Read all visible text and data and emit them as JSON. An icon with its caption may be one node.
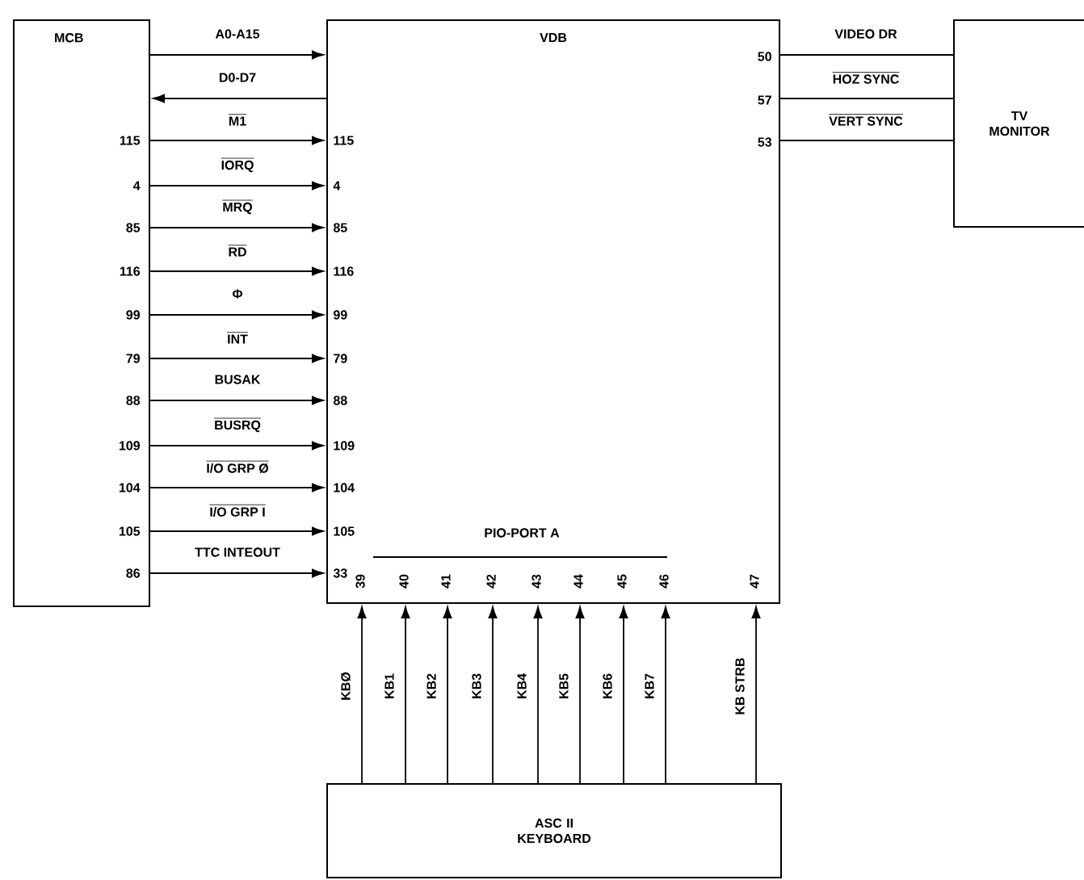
{
  "diagram": {
    "nodes": [
      {
        "text": [
          "MCB"
        ]
      },
      {
        "text": [
          "VDB"
        ]
      },
      {
        "text": [
          "TV MONITOR"
        ]
      },
      {
        "text": [
          "ASC II KEYBOARD"
        ]
      }
    ],
    "edges": [
      {
        "from": 0,
        "to": 1,
        "arrow": "to",
        "label": "A0-A15"
      },
      {
        "from": 1,
        "to": 0,
        "arrow": "to",
        "label": "D0-D7"
      },
      {
        "from": 0,
        "to": 1,
        "arrow": "to",
        "label": "M1"
      },
      {
        "from": 0,
        "to": 1,
        "arrow": "to",
        "label": "IORQ"
      },
      {
        "from": 0,
        "to": 1,
        "arrow": "to",
        "label": "MRQ"
      },
      {
        "from": 0,
        "to": 1,
        "arrow": "to",
        "label": "RD"
      },
      {
        "from": 0,
        "to": 1,
        "arrow": "to",
        "label": "Φ"
      },
      {
        "from": 0,
        "to": 1,
        "arrow": "to",
        "label": "INT"
      },
      {
        "from": 0,
        "to": 1,
        "arrow": "to",
        "label": "BUSAK"
      },
      {
        "from": 0,
        "to": 1,
        "arrow": "to",
        "label": "BUSRQ"
      },
      {
        "from": 0,
        "to": 1,
        "arrow": "to",
        "label": "I/O GRP Ø"
      },
      {
        "from": 0,
        "to": 1,
        "arrow": "to",
        "label": "I/O GRP I"
      },
      {
        "from": 0,
        "to": 1,
        "arrow": "to",
        "label": "TTC INTEOUT"
      },
      {
        "from": 1,
        "to": 2,
        "arrow": "none",
        "label": "VIDEO DR"
      },
      {
        "from": 1,
        "to": 2,
        "arrow": "none",
        "label": "HOZ SYNC"
      },
      {
        "from": 1,
        "to": 2,
        "arrow": "none",
        "label": "VERT SYNC"
      },
      {
        "from": 3,
        "to": 1,
        "arrow": "to",
        "label": "KBØ"
      },
      {
        "from": 3,
        "to": 1,
        "arrow": "to",
        "label": "KB1"
      },
      {
        "from": 3,
        "to": 1,
        "arrow": "to",
        "label": "KB2"
      },
      {
        "from": 3,
        "to": 1,
        "arrow": "to",
        "label": "KB3"
      },
      {
        "from": 3,
        "to": 1,
        "arrow": "to",
        "label": "KB4"
      },
      {
        "from": 3,
        "to": 1,
        "arrow": "to",
        "label": "KB5"
      },
      {
        "from": 3,
        "to": 1,
        "arrow": "to",
        "label": "KB6"
      },
      {
        "from": 3,
        "to": 1,
        "arrow": "to",
        "label": "KB7"
      },
      {
        "from": 3,
        "to": 1,
        "arrow": "to",
        "label": "KB STRB"
      }
    ],
    "labels": [
      "115",
      "115",
      "4",
      "4",
      "85",
      "85",
      "116",
      "116",
      "99",
      "99",
      "79",
      "79",
      "88",
      "88",
      "109",
      "109",
      "104",
      "104",
      "105",
      "105",
      "86",
      "33",
      "50",
      "57",
      "53",
      "PIO-PORT A",
      "39",
      "40",
      "41",
      "42",
      "43",
      "44",
      "45",
      "46",
      "47"
    ]
  }
}
